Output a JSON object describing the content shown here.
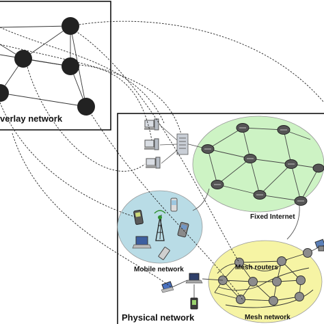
{
  "labels": {
    "overlay": "verlay network",
    "physical": "Physical network",
    "fixed_internet": "Fixed Internet",
    "mobile": "Mobile network",
    "mesh_routers": "Mesh routers",
    "mesh": "Mesh network"
  },
  "colors": {
    "fixed_cloud": "#cdf3c4",
    "mobile_cloud": "#b9dce6",
    "mesh_cloud": "#f6f4a4",
    "overlay_node": "#222222",
    "router_node": "#555555",
    "mesh_node": "#8c8c8c",
    "link": "#444444"
  }
}
